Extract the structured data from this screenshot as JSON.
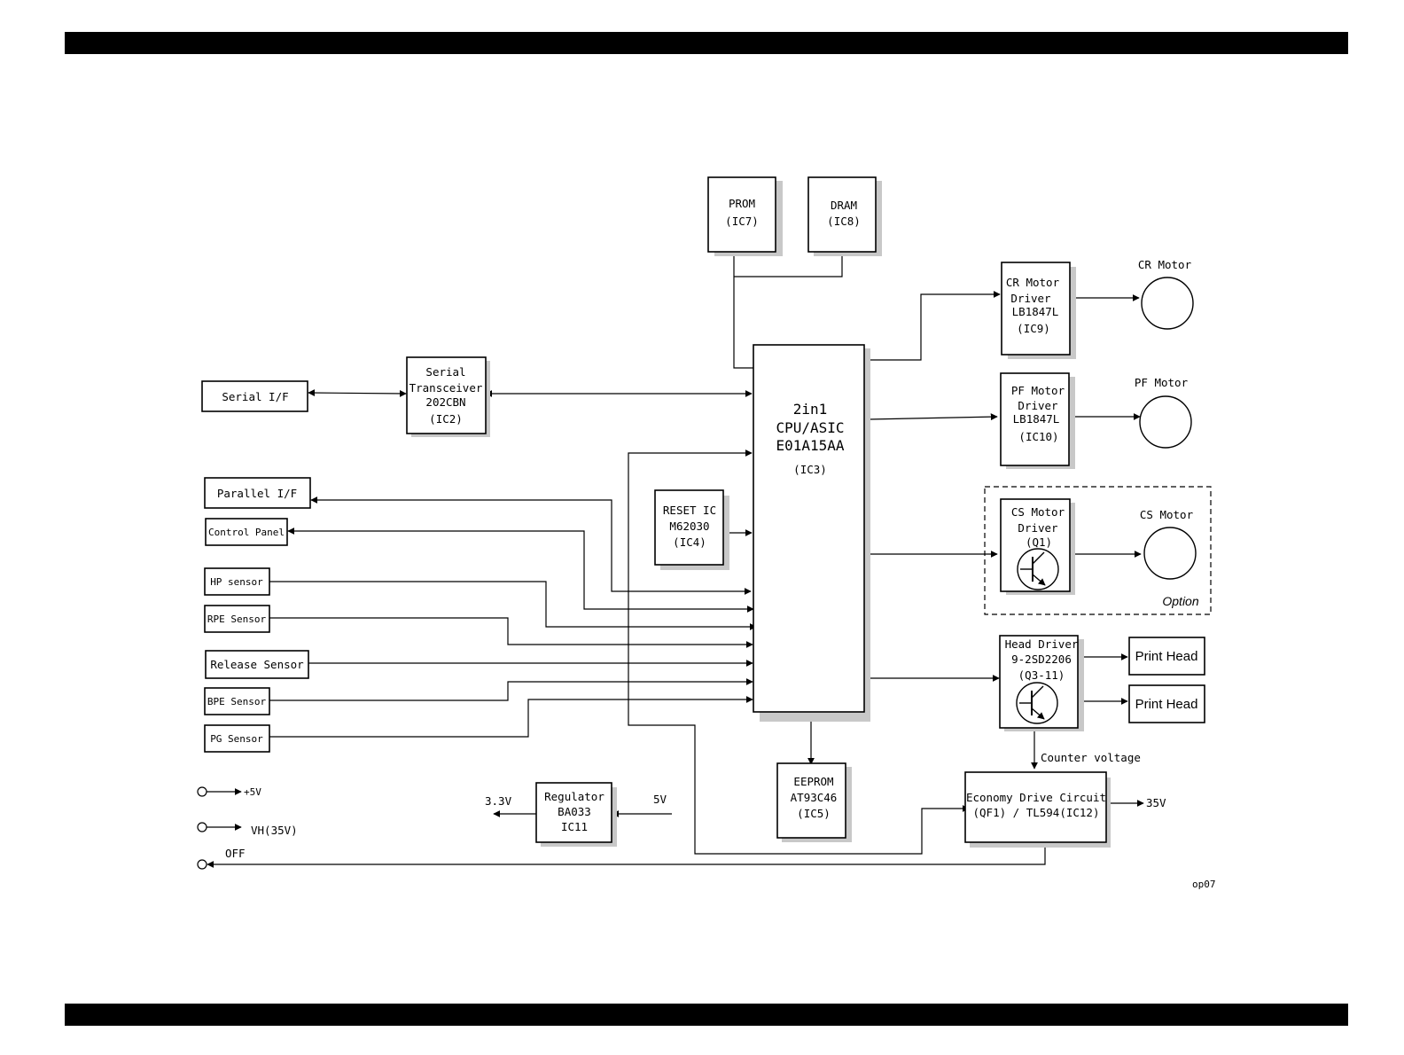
{
  "blocks": {
    "prom": [
      "PROM",
      "(IC7)"
    ],
    "dram": [
      "DRAM",
      "(IC8)"
    ],
    "cpu": [
      "2in1",
      "CPU/ASIC",
      "E01A15AA",
      "(IC3)"
    ],
    "cr_driver": [
      "CR Motor",
      "Driver",
      "LB1847L",
      "(IC9)"
    ],
    "pf_driver": [
      "PF Motor",
      "Driver",
      "LB1847L",
      "(IC10)"
    ],
    "cs_driver": [
      "CS Motor",
      "Driver",
      "(Q1)"
    ],
    "head_driver": [
      "Head Driver",
      "9-2SD2206",
      "(Q3-11)"
    ],
    "serial_transceiver": [
      "Serial",
      "Transceiver",
      "202CBN",
      "(IC2)"
    ],
    "reset_ic": [
      "RESET IC",
      "M62030",
      "(IC4)"
    ],
    "eeprom": [
      "EEPROM",
      "AT93C46",
      "(IC5)"
    ],
    "regulator": [
      "Regulator",
      "BA033",
      "IC11"
    ],
    "economy_drive": [
      "Economy Drive Circuit",
      "(QF1) / TL594(IC12)"
    ]
  },
  "interfaces": {
    "serial_if": "Serial I/F",
    "parallel_if": "Parallel I/F",
    "control_panel": "Control Panel",
    "hp_sensor": "HP sensor",
    "rpe_sensor": "RPE Sensor",
    "release_sensor": "Release Sensor",
    "bpe_sensor": "BPE Sensor",
    "pg_sensor": "PG Sensor"
  },
  "motors": {
    "cr": "CR Motor",
    "pf": "PF Motor",
    "cs": "CS Motor"
  },
  "outputs": {
    "print_head_1": "Print Head",
    "print_head_2": "Print Head"
  },
  "labels": {
    "option": "Option",
    "counter_voltage": "Counter voltage",
    "v35": "35V",
    "v3_3": "3.3V",
    "v5": "5V",
    "plus5v": "+5V",
    "vh35": "VH(35V)",
    "off": "OFF",
    "figure_id": "op07"
  }
}
